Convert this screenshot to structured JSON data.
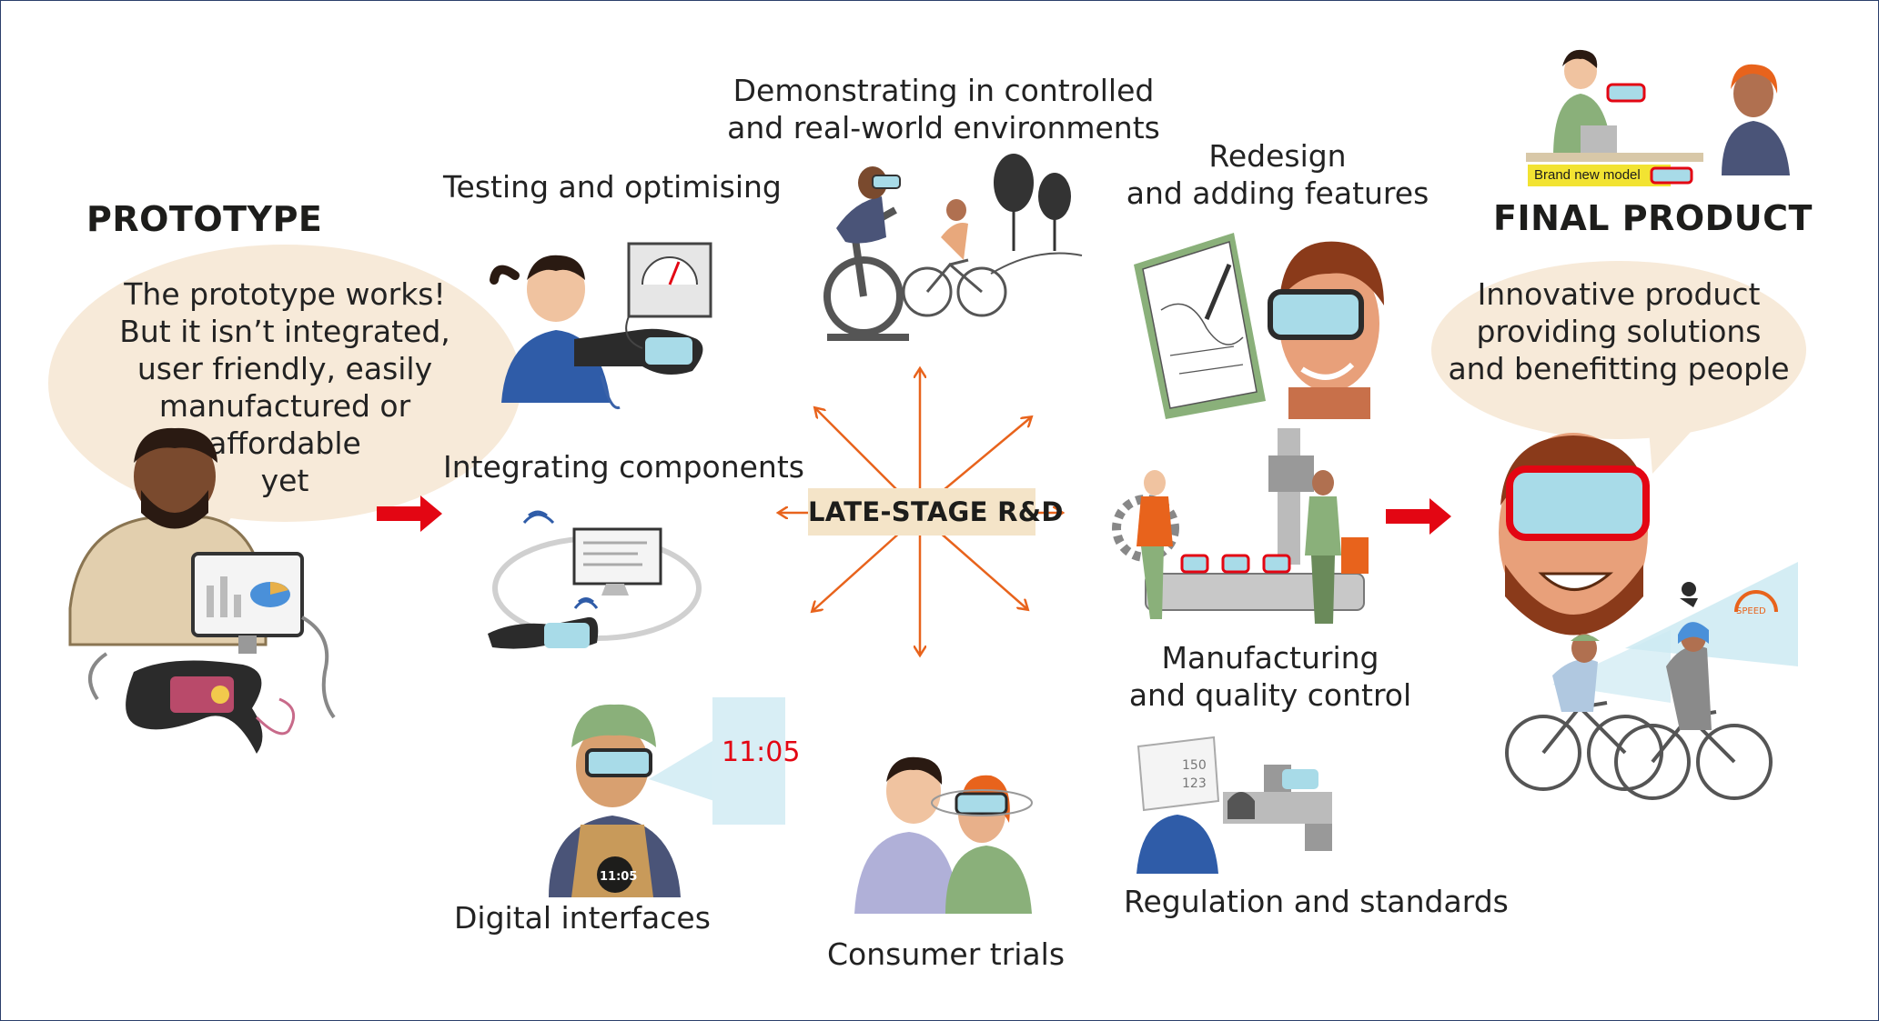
{
  "prototype": {
    "heading": "PROTOTYPE",
    "bubble_lines": [
      "The prototype works!",
      "But it isn’t integrated,",
      "user friendly, easily",
      "manufactured or",
      "affordable",
      "yet"
    ]
  },
  "final": {
    "heading": "FINAL PRODUCT",
    "bubble_lines": [
      "Innovative product",
      "providing solutions",
      "and benefitting people"
    ],
    "badge": "Brand new model",
    "speed_label": "SPEED"
  },
  "center_label": "LATE-STAGE R&D",
  "stages": {
    "testing": "Testing and optimising",
    "demonstrating": [
      "Demonstrating in controlled",
      "and real-world environments"
    ],
    "redesign": [
      "Redesign",
      "and adding features"
    ],
    "integrating": "Integrating components",
    "manufacturing": [
      "Manufacturing",
      "and quality control"
    ],
    "digital": "Digital interfaces",
    "consumer": "Consumer trials",
    "regulation": "Regulation and standards"
  },
  "clock_text": "11:05",
  "watch_text": "11:05",
  "sheet_numbers": [
    "150",
    "123"
  ],
  "colors": {
    "arrow_red": "#e30613",
    "star_orange": "#e8631c",
    "bubble": "#f7ead9",
    "center_box": "#f4e4c8",
    "lens_blue": "#a8dbe8",
    "frame": "#2b3f6b"
  }
}
